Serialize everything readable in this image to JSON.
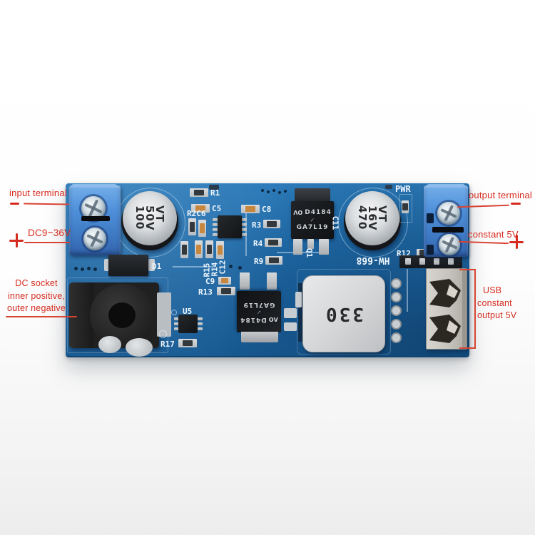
{
  "annotations": {
    "annotation_color": "#d62b1f",
    "input_terminal_label": "input terminal",
    "input_minus_symbol": "−",
    "input_voltage_label": "DC9~36V",
    "input_plus_symbol": "+",
    "dc_socket_line1": "DC socket",
    "dc_socket_line2": "inner positive,",
    "dc_socket_line3": "outer negative",
    "output_terminal_label": "output terminal",
    "output_minus_symbol": "−",
    "output_constant_label": "constant 5V",
    "output_plus_symbol": "+",
    "usb_line1": "USB",
    "usb_line2": "constant",
    "usb_line3": "output 5V"
  },
  "board": {
    "pcb_color": "#1f6ba9",
    "terminal_color": "#4f90da",
    "model_silkscreen": "HW-668",
    "pwr_silkscreen": "PWR",
    "silkscreen_labels": {
      "r1": "R1",
      "c5": "C5",
      "c8": "C8",
      "r2c6": "R2C6",
      "r3": "R3",
      "r4": "R4",
      "r9": "R9",
      "c12": "C12",
      "r14": "R14",
      "r15": "R15",
      "c9": "C9",
      "r13": "R13",
      "d1": "D1",
      "c11": "C11",
      "q1": "Q1",
      "r12": "R12",
      "u5": "U5",
      "r17": "R17"
    },
    "capacitor_input": {
      "line1": "100",
      "line2": "50V",
      "line3": "VT"
    },
    "capacitor_output": {
      "line1": "470",
      "line2": "16V",
      "line3": "VT"
    },
    "mosfet_top": {
      "logo": "ΛO",
      "part_number": "D4184",
      "lot_code": "GA7L19",
      "laser_mark": "✓"
    },
    "mosfet_bottom": {
      "logo": "ΛO",
      "part_number": "D4184",
      "lot_code": "GA7L19",
      "laser_mark": "✓"
    },
    "inductor_value": "330"
  }
}
